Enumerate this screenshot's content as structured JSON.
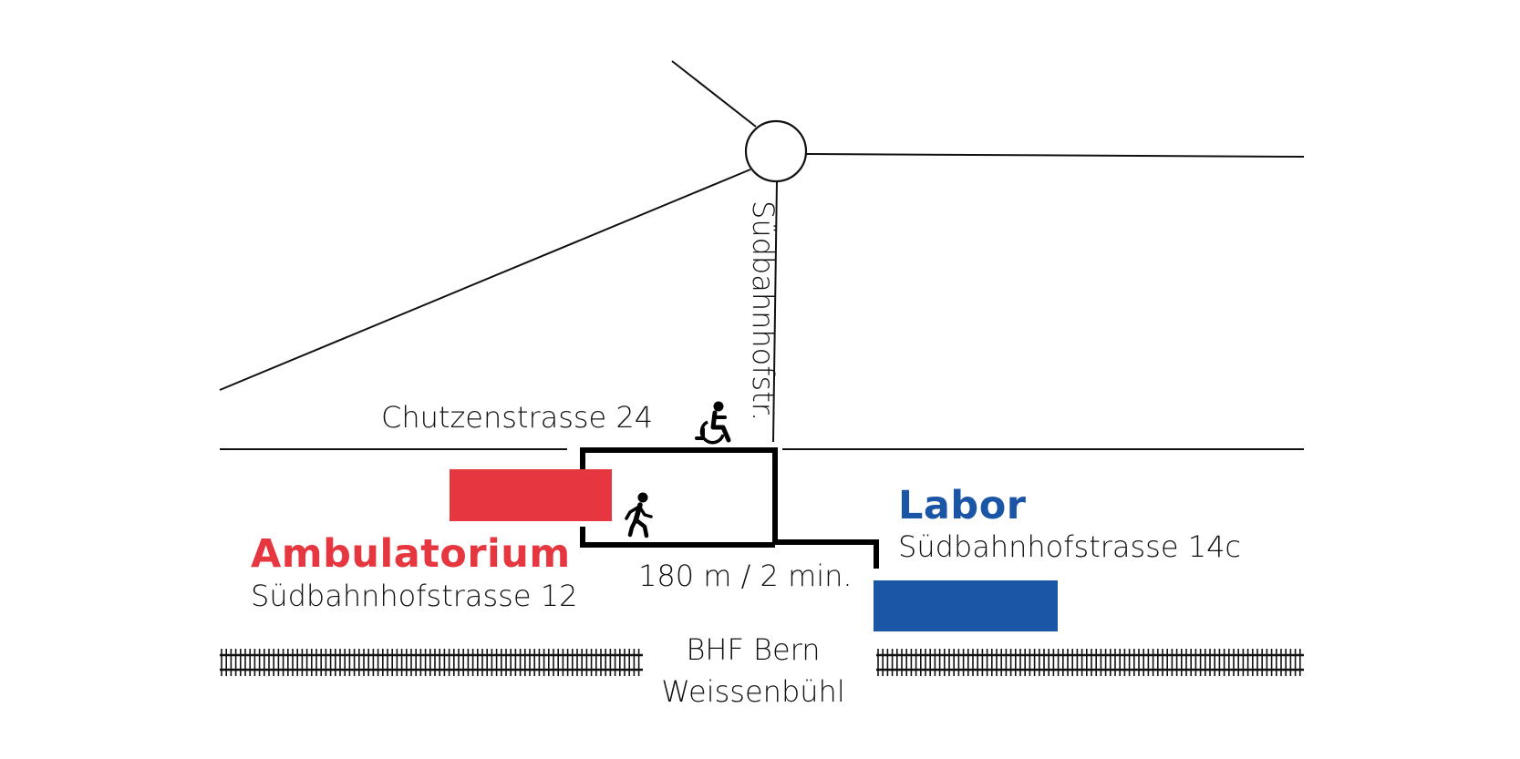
{
  "labels": {
    "ambulatorium_title": "Ambulatorium",
    "ambulatorium_address": "Südbahnhofstrasse 12",
    "labor_title": "Labor",
    "labor_address": "Südbahnhofstrasse 14c",
    "entrance_address": "Chutzenstrasse 24",
    "street_name": "Südbahnhofstr.",
    "walk_distance": "180 m / 2 min.",
    "station_line1": "BHF Bern",
    "station_line2": "Weissenbühl"
  },
  "icons": {
    "wheelchair": "wheelchair-icon",
    "pedestrian": "walking-person-icon"
  },
  "colors": {
    "ambulatorium": "#e63640",
    "labor": "#1b55a5",
    "lines": "#111111"
  }
}
